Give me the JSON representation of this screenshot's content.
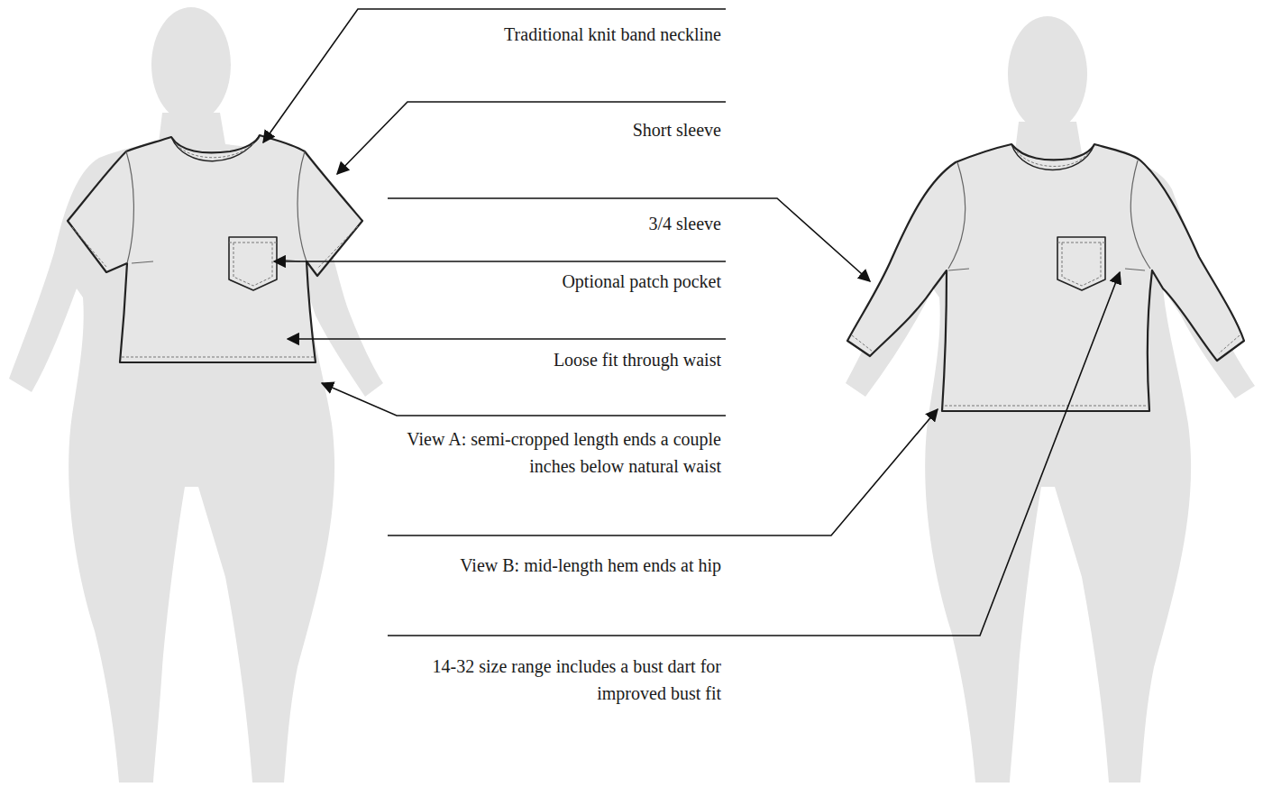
{
  "diagram": {
    "labels": [
      "Traditional knit band neckline",
      "Short sleeve",
      "3/4 sleeve",
      "Optional patch pocket",
      "Loose fit through waist",
      "View A: semi-cropped length ends a couple inches below natural waist",
      "View B: mid-length hem ends at hip",
      "14-32 size range includes a bust dart for improved bust fit"
    ]
  }
}
